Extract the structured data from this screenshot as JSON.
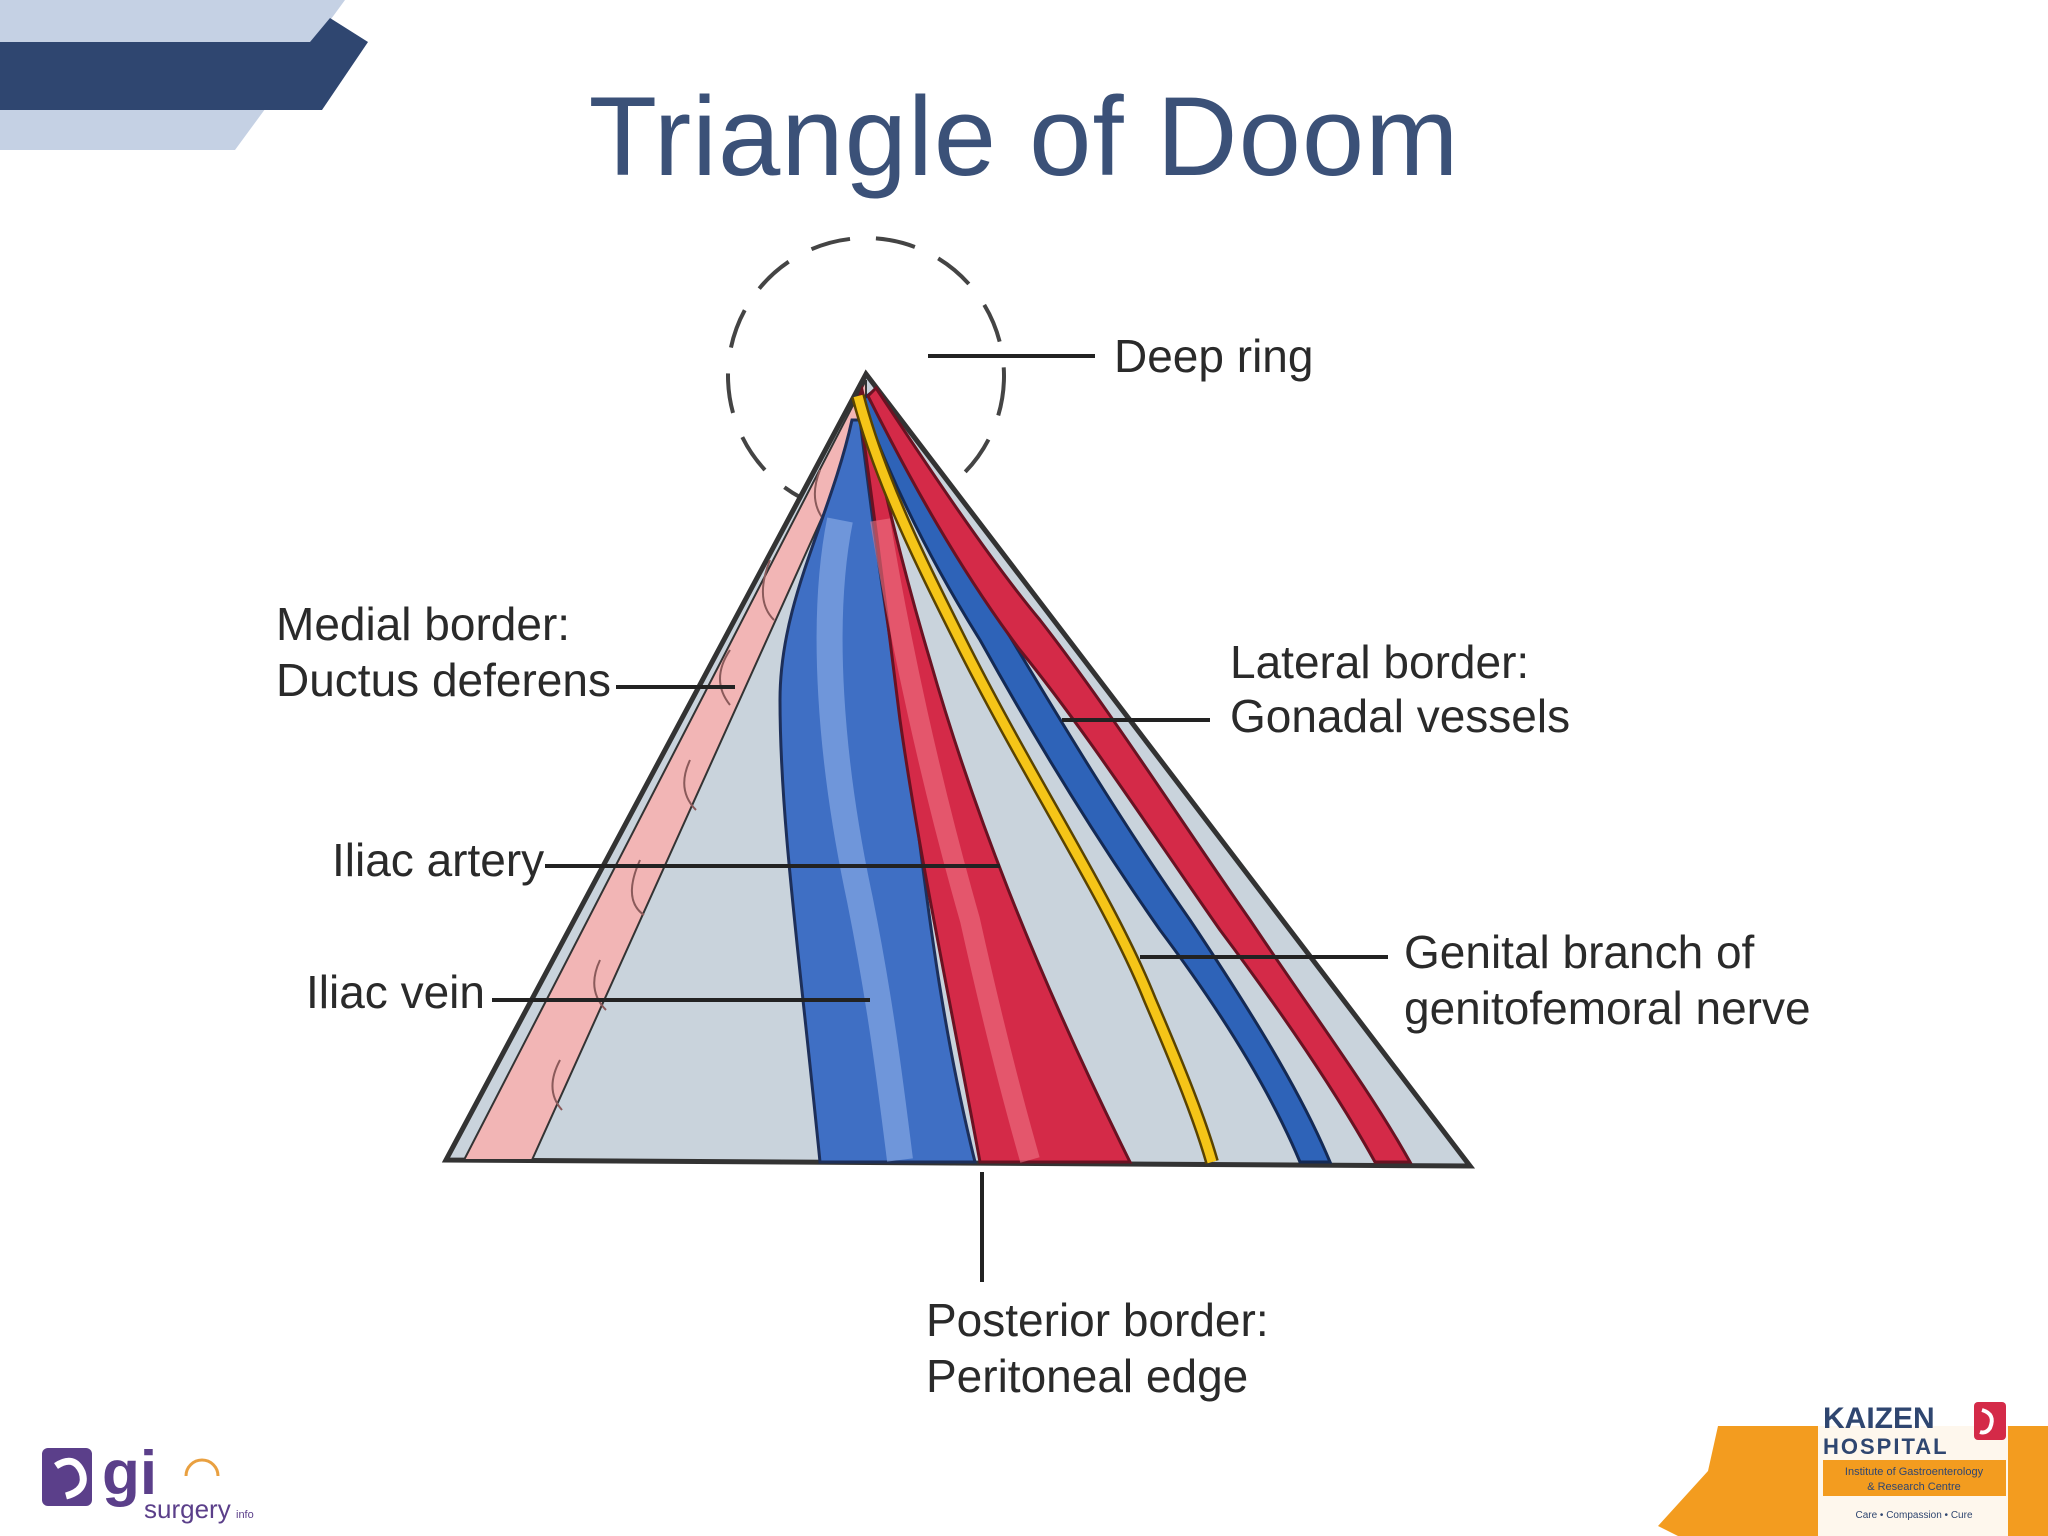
{
  "slide": {
    "title": "Triangle of Doom"
  },
  "diagram": {
    "labels": {
      "deep_ring": "Deep ring",
      "medial_border_1": "Medial border:",
      "medial_border_2": "Ductus deferens",
      "lateral_border_1": "Lateral border:",
      "lateral_border_2": "Gonadal vessels",
      "iliac_artery": "Iliac artery",
      "iliac_vein": "Iliac vein",
      "genital_branch_1": "Genital branch of",
      "genital_branch_2": "genitofemoral nerve",
      "posterior_border_1": "Posterior border:",
      "posterior_border_2": "Peritoneal edge"
    },
    "colors": {
      "title": "#3b5178",
      "triangle_fill": "#c9d3dc",
      "ductus": "#f2b5b5",
      "vein": "#3f6fc4",
      "artery": "#d42a48",
      "nerve": "#f5c518",
      "banner_dark": "#2f4670",
      "banner_light": "#c5d1e4"
    }
  },
  "logos": {
    "left": {
      "mark": "gi",
      "sub": "surgery",
      "suffix": "info"
    },
    "right": {
      "name": "KAIZEN",
      "sub": "HOSPITAL",
      "line1": "Institute of Gastroenterology",
      "line2": "& Research Centre",
      "tagline": "Care • Compassion • Cure"
    }
  }
}
